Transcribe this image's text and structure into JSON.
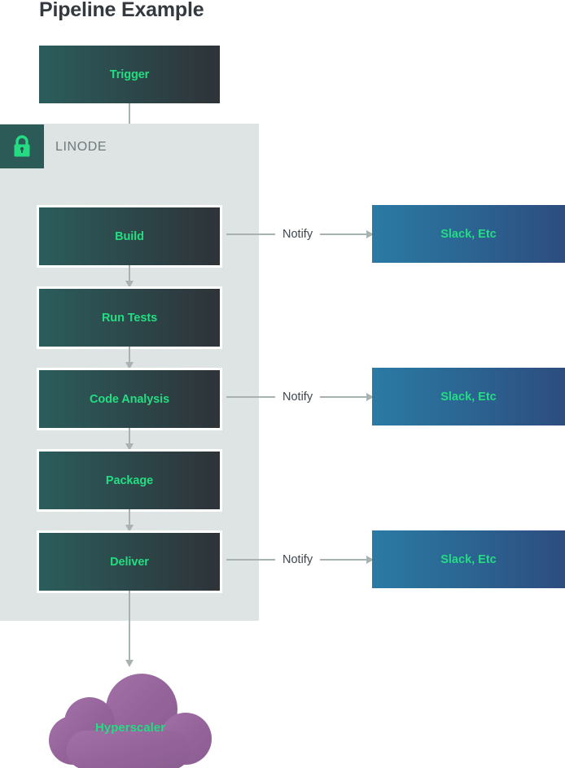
{
  "page": {
    "title": "Pipeline Example",
    "background_color": "#ffffff"
  },
  "colors": {
    "accent_green": "#24dd82",
    "panel_background": "#dde4e3",
    "lock_badge_background": "#2c5a57",
    "stage_gradient_start": "#2b5d5c",
    "stage_gradient_end": "#2e3338",
    "sink_gradient_start": "#2a7ba4",
    "sink_gradient_end": "#2d4d7f",
    "connector_gray": "#a9b2b3",
    "title_color": "#33393f",
    "label_gray": "#6f7a7c",
    "cloud_gradient_start": "#9c6aa0",
    "cloud_gradient_end": "#8e5f93"
  },
  "trigger": {
    "label": "Trigger"
  },
  "linode_panel": {
    "label": "LINODE",
    "lock_icon": "lock-icon",
    "stages": [
      {
        "label": "Build"
      },
      {
        "label": "Run Tests"
      },
      {
        "label": "Code Analysis"
      },
      {
        "label": "Package"
      },
      {
        "label": "Deliver"
      }
    ]
  },
  "notifications": [
    {
      "connector_label": "Notify",
      "target_label": "Slack, Etc",
      "from_stage": "Build"
    },
    {
      "connector_label": "Notify",
      "target_label": "Slack, Etc",
      "from_stage": "Code Analysis"
    },
    {
      "connector_label": "Notify",
      "target_label": "Slack, Etc",
      "from_stage": "Deliver"
    }
  ],
  "cloud": {
    "label": "Hyperscaler",
    "icon": "cloud-icon"
  }
}
